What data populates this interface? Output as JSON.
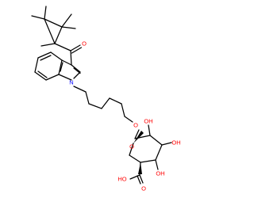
{
  "colors": {
    "carbon_bond": "#000000",
    "oxygen": "#ff0000",
    "nitrogen": "#0000ff",
    "background": "#ffffff"
  },
  "atoms": {
    "ketone_o": "O",
    "indole_n": "N",
    "ether_o": "O",
    "ring_o": "O",
    "oh_c2": "OH",
    "oh_c3": "OH",
    "oh_c4": "OH",
    "acid_oh": "HO",
    "acid_o": "O"
  }
}
